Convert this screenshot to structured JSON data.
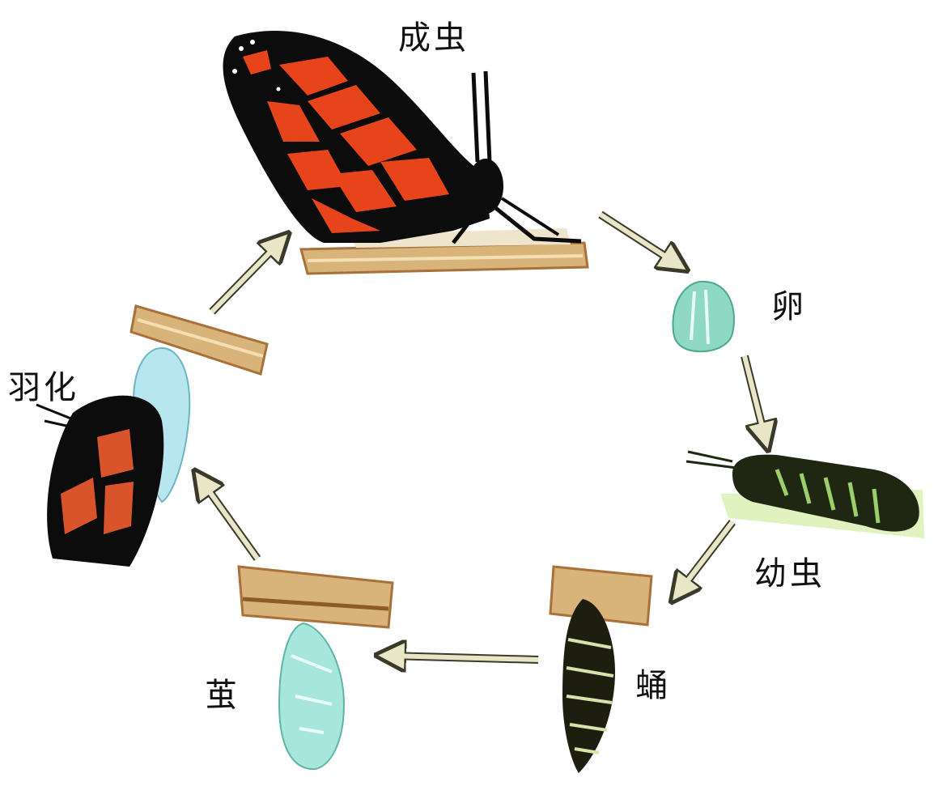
{
  "stages": {
    "adult": "成虫",
    "egg": "卵",
    "larva": "幼虫",
    "pupa": "蛹",
    "cocoon": "茧",
    "emergence": "羽化"
  },
  "colors": {
    "wing_orange": "#e8441c",
    "wing_black": "#0c0c0c",
    "twig": "#d9b47a",
    "twig_dark": "#a8703a",
    "egg": "#8ed8c4",
    "chrysalis": "#a6e6dc",
    "arrow_fill": "#e9e6c8",
    "arrow_stroke": "#3a3a2a",
    "larva_green": "#9ccf6a"
  }
}
